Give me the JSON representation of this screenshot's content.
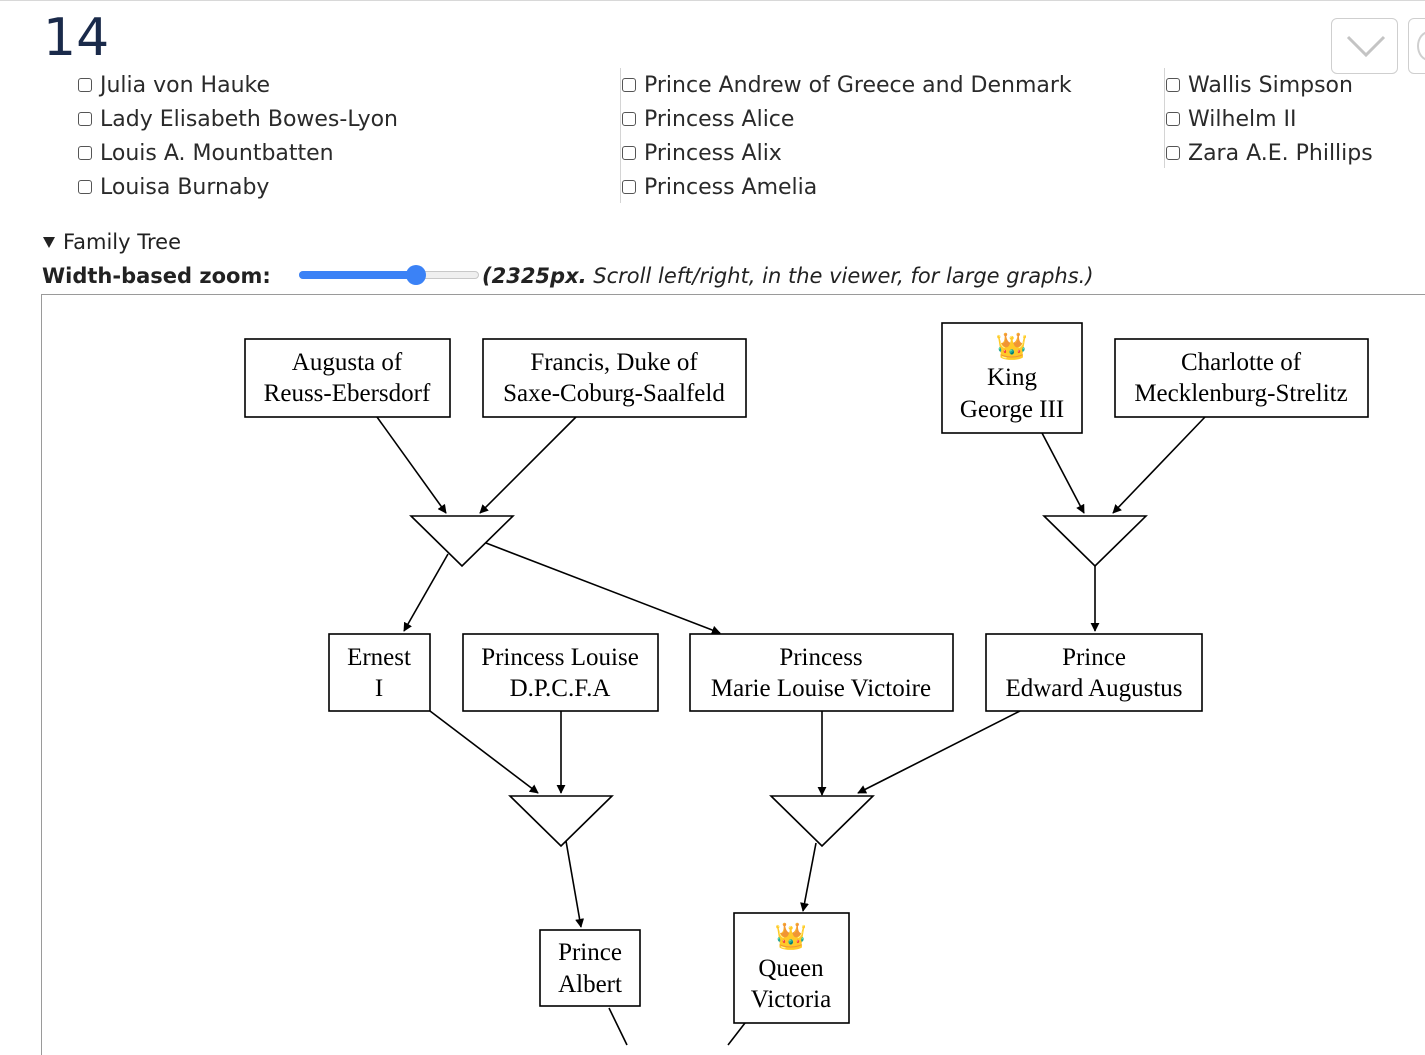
{
  "header": {
    "page_number": "14"
  },
  "people_columns": [
    {
      "items": [
        "Julia von Hauke",
        "Lady Elisabeth Bowes-Lyon",
        "Louis A. Mountbatten",
        "Louisa Burnaby"
      ]
    },
    {
      "items": [
        "Prince Andrew of Greece and Denmark",
        "Princess Alice",
        "Princess Alix",
        "Princess Amelia"
      ]
    },
    {
      "items": [
        "Wallis Simpson",
        "Wilhelm II",
        "Zara A.E. Phillips"
      ]
    }
  ],
  "family_tree": {
    "summary": "Family Tree",
    "zoom_label": "Width-based zoom:",
    "zoom_width": "(2325px.",
    "zoom_hint": "Scroll left/right, in the viewer, for large graphs.)",
    "zoom_fraction": 0.65,
    "accent_color": "#3b82f6",
    "crown_icon": "crown-icon",
    "nodes": {
      "augusta": [
        "Augusta of",
        "Reuss-Ebersdorf"
      ],
      "francis": [
        "Francis, Duke of",
        "Saxe-Coburg-Saalfeld"
      ],
      "george": [
        "King",
        "George III"
      ],
      "charlotte": [
        "Charlotte of",
        "Mecklenburg-Strelitz"
      ],
      "ernest": [
        "Ernest",
        "I"
      ],
      "louise": [
        "Princess Louise",
        "D.P.C.F.A"
      ],
      "marie": [
        "Princess",
        "Marie Louise Victoire"
      ],
      "edward": [
        "Prince",
        "Edward Augustus"
      ],
      "albert": [
        "Prince",
        "Albert"
      ],
      "victoria": [
        "Queen",
        "Victoria"
      ]
    },
    "crown_glyph": "👑"
  }
}
